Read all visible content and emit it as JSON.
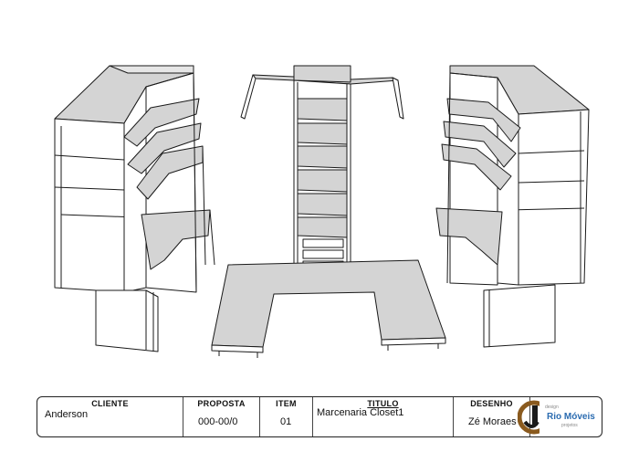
{
  "title_block": {
    "cliente": {
      "label": "CLIENTE",
      "value": "Anderson"
    },
    "proposta": {
      "label": "PROPOSTA",
      "value": "000-00/0"
    },
    "item": {
      "label": "ITEM",
      "value": "01"
    },
    "titulo": {
      "label": "TITULO",
      "value": "Marcenaria Closet1"
    },
    "desenho": {
      "label": "DESENHO",
      "value": "Zé Moraes"
    },
    "logo": {
      "brand": "Rio Móveis",
      "tagline_top": "design",
      "tagline_bottom": "projetos"
    }
  },
  "colors": {
    "panel_top": "#d4d4d4",
    "panel_front": "#ffffff",
    "line": "#1a1a1a",
    "logo_blue": "#2a6bb0",
    "logo_brown": "#8a5a1e"
  }
}
